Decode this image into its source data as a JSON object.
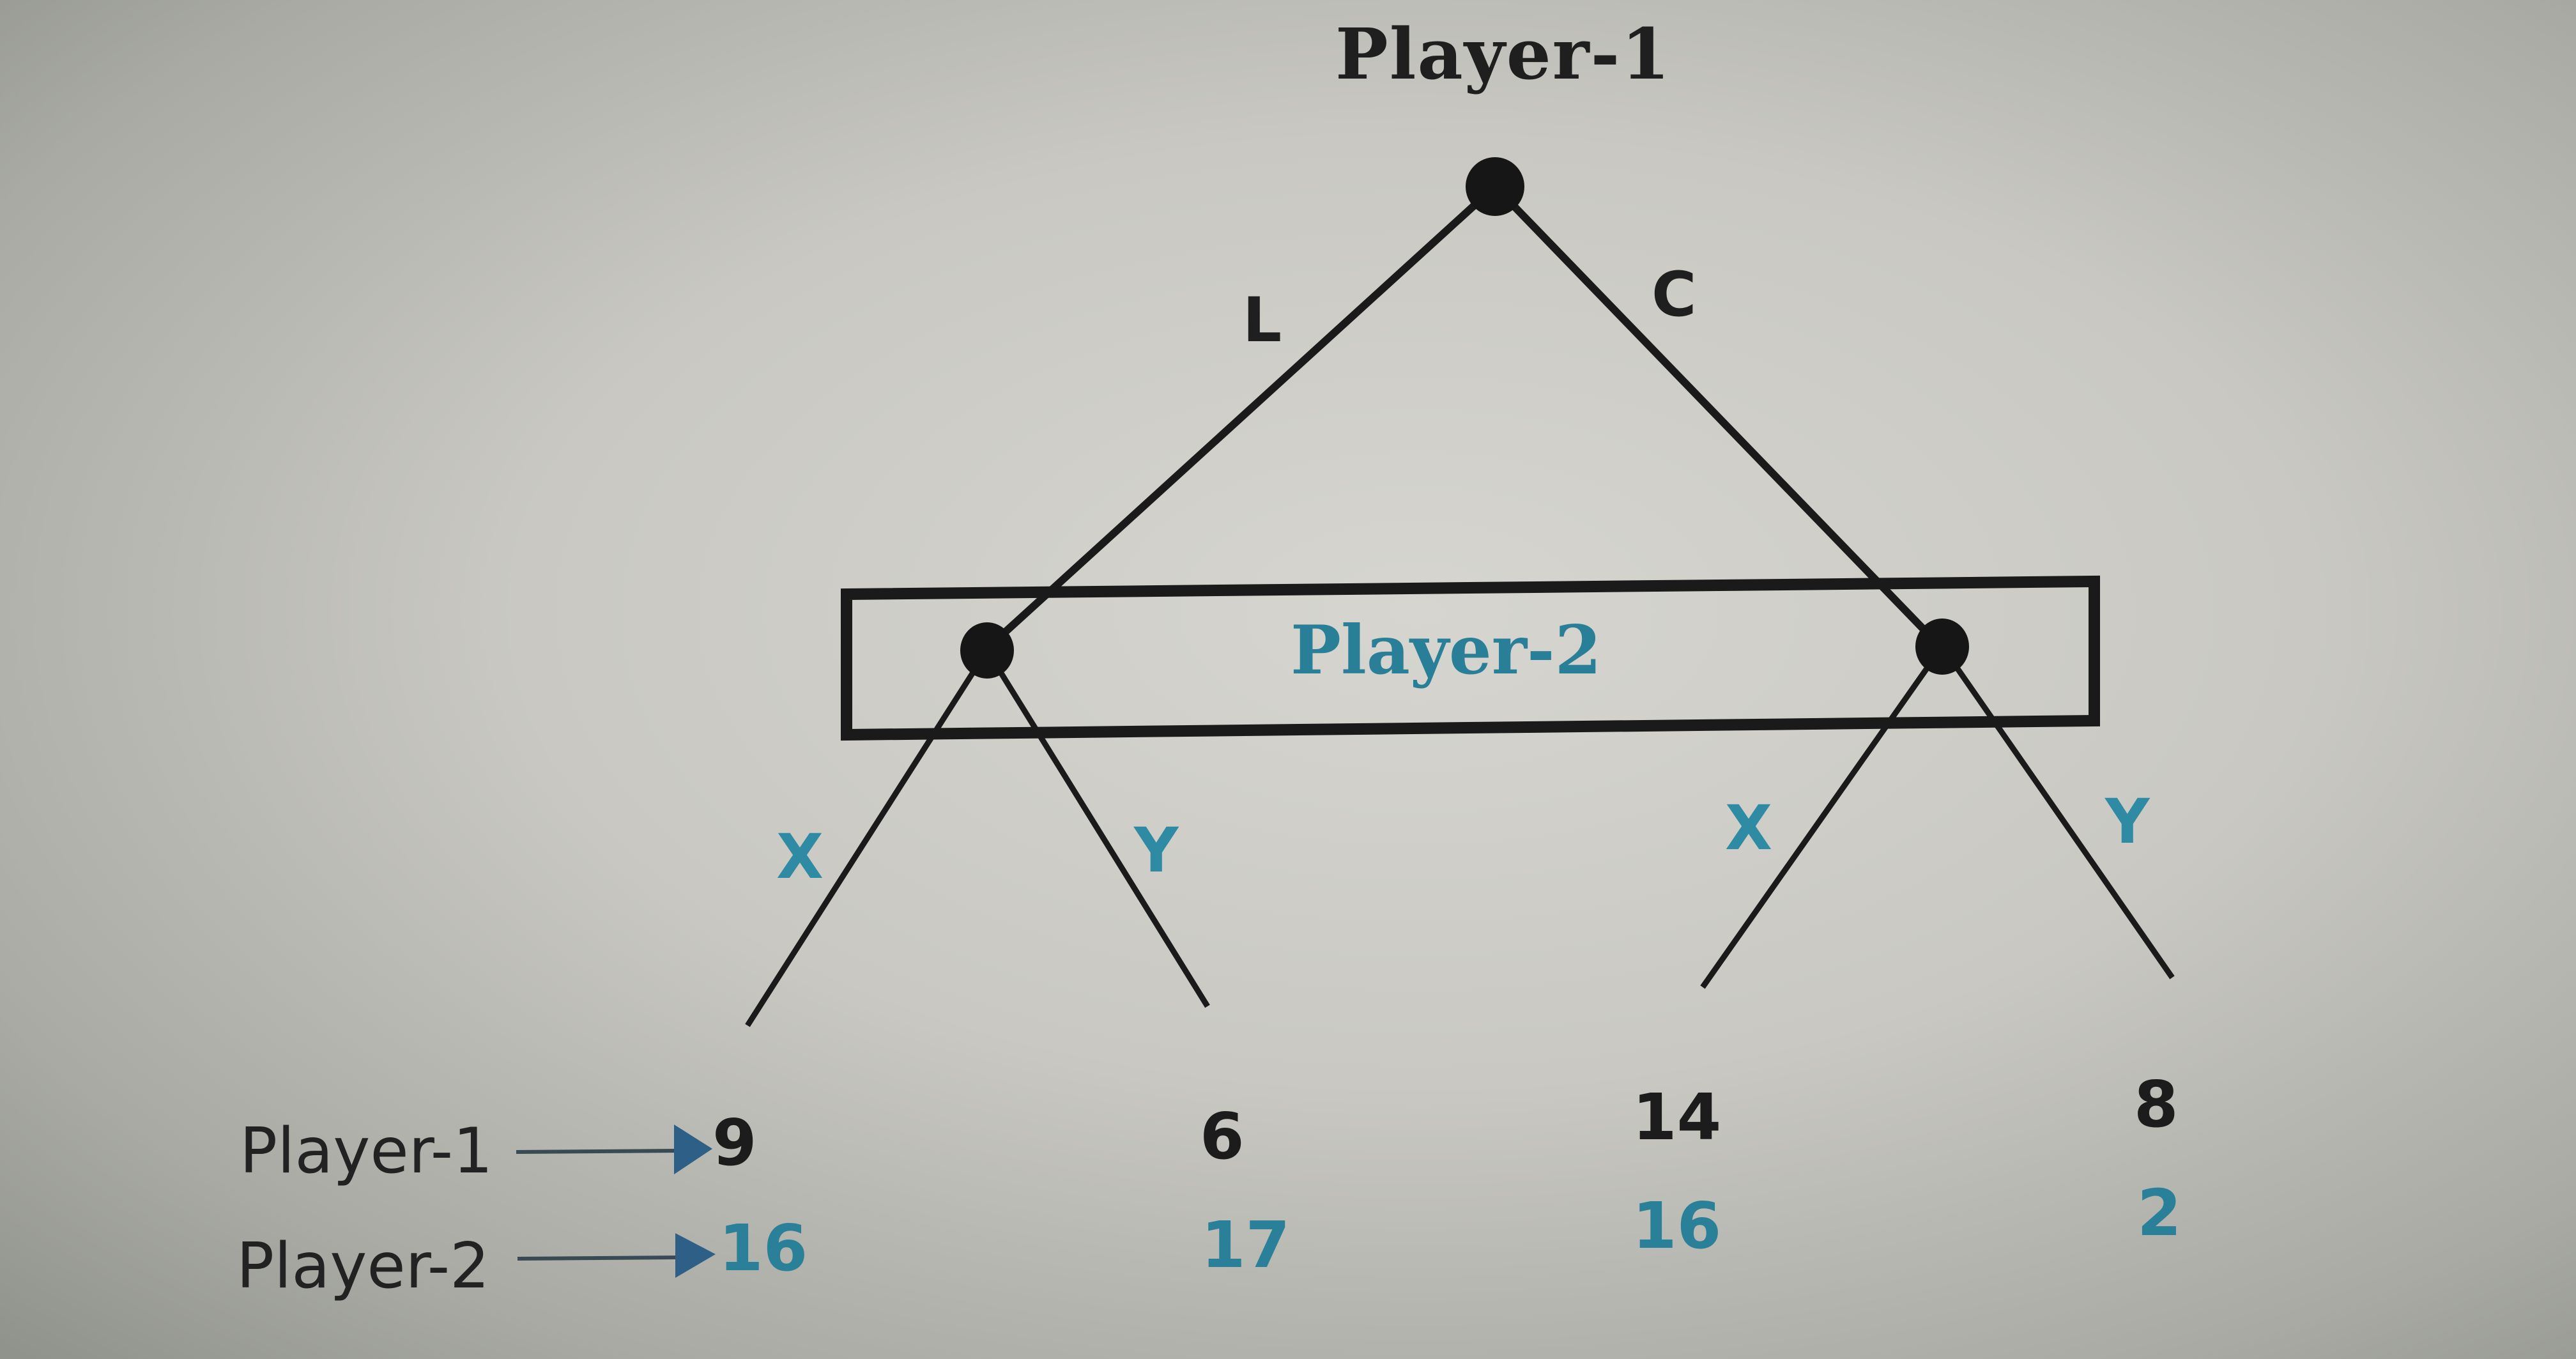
{
  "diagram": {
    "type": "extensive-form game tree",
    "root": {
      "player_label": "Player-1",
      "actions": [
        "L",
        "C"
      ]
    },
    "information_set": {
      "player_label": "Player-2",
      "actions": [
        "X",
        "Y"
      ]
    },
    "branch_labels": {
      "root_left": "L",
      "root_right": "C",
      "left_node_left": "X",
      "left_node_right": "Y",
      "right_node_left": "X",
      "right_node_right": "Y"
    },
    "legend": {
      "row1_label": "Player-1",
      "row2_label": "Player-2"
    },
    "outcomes": [
      {
        "path": "L-X",
        "player1": "9",
        "player2": "16"
      },
      {
        "path": "L-Y",
        "player1": "6",
        "player2": "17"
      },
      {
        "path": "C-X",
        "player1": "14",
        "player2": "16"
      },
      {
        "path": "C-Y",
        "player1": "8",
        "player2": "2"
      }
    ],
    "colors": {
      "player1_text": "#1c1c1c",
      "player2_text": "#2b8099",
      "lines": "#1a1a1a",
      "arrow": "#2e5f86"
    }
  }
}
